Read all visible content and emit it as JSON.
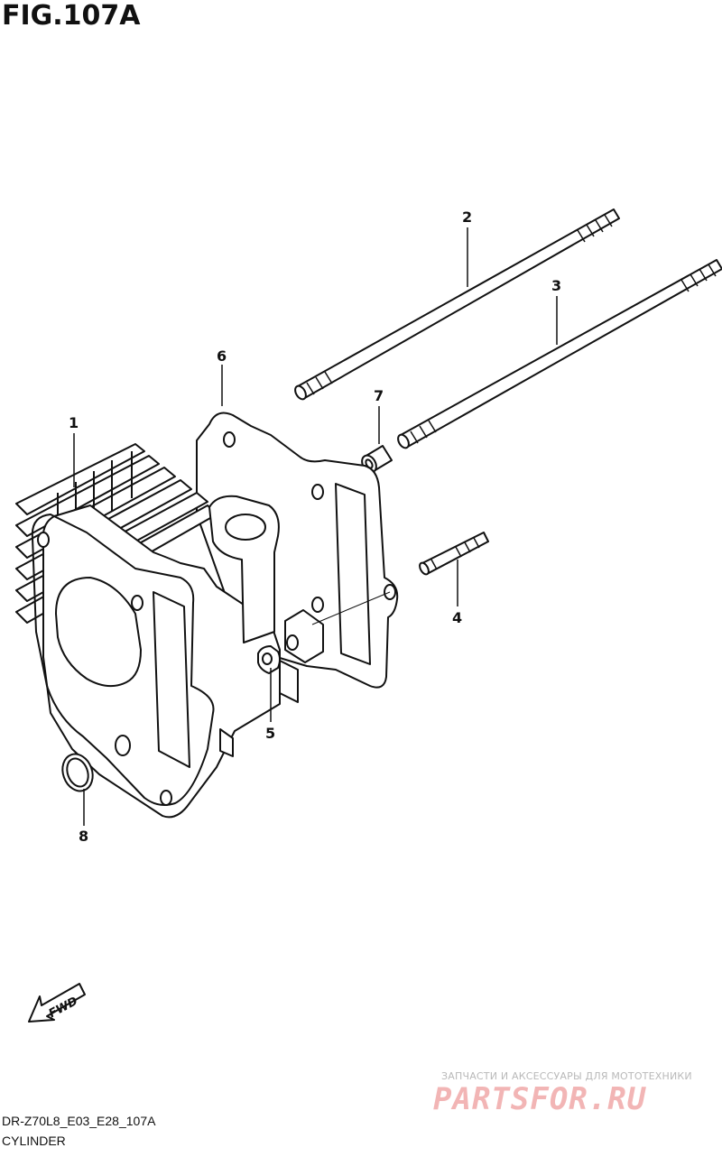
{
  "figure": {
    "title": "FIG.107A"
  },
  "callouts": [
    {
      "id": 1,
      "label": "1"
    },
    {
      "id": 2,
      "label": "2"
    },
    {
      "id": 3,
      "label": "3"
    },
    {
      "id": 4,
      "label": "4"
    },
    {
      "id": 5,
      "label": "5"
    },
    {
      "id": 6,
      "label": "6"
    },
    {
      "id": 7,
      "label": "7"
    },
    {
      "id": 8,
      "label": "8"
    }
  ],
  "fwd_arrow": {
    "label": "FWD"
  },
  "footer": {
    "code": "DR-Z70L8_E03_E28_107A",
    "name": "CYLINDER"
  },
  "watermark": {
    "tagline": "ЗАПЧАСТИ И АКСЕССУАРЫ ДЛЯ МОТОТЕХНИКИ",
    "brand": "PARTSFOR.RU"
  }
}
